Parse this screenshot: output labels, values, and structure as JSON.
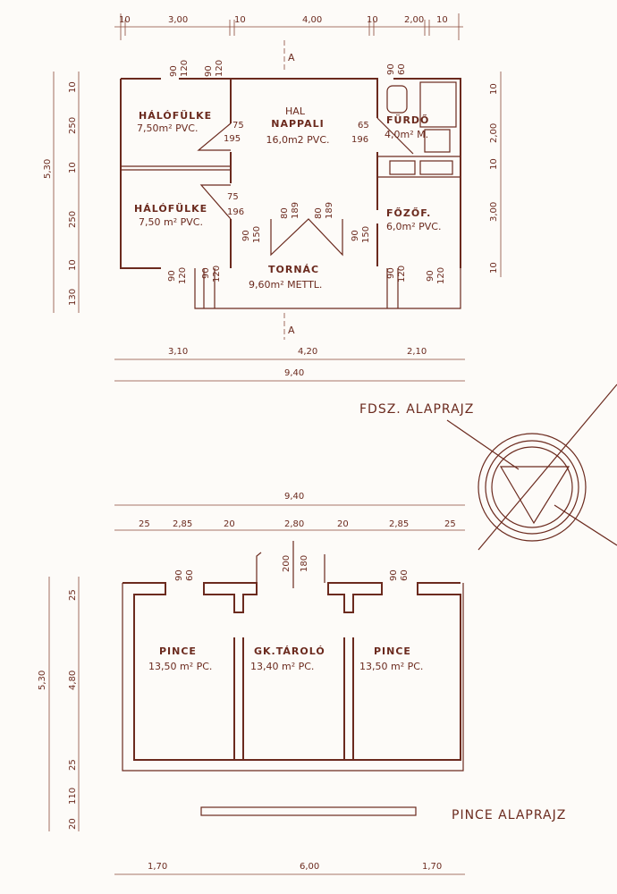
{
  "ground_floor": {
    "title": "FDSZ. ALAPRAJZ",
    "section_mark": "A",
    "rooms": [
      {
        "name": "HÁLÓFÜLKE",
        "area": "7,50m² PVC."
      },
      {
        "name": "HÁLÓFÜLKE",
        "area": "7,50 m² PVC."
      },
      {
        "name_top": "HAL",
        "name": "NAPPALI",
        "area": "16,0m2 PVC."
      },
      {
        "name": "FÜRDŐ",
        "area": "4,0m² M."
      },
      {
        "name": "FŐZŐF.",
        "area": "6,0m² PVC."
      },
      {
        "name": "TORNÁC",
        "area": "9,60m² METTL."
      }
    ],
    "top_dims": [
      "10",
      "3,00",
      "10",
      "4,00",
      "10",
      "2,00",
      "10"
    ],
    "left_dims": [
      "5,30",
      "10",
      "250",
      "10",
      "250",
      "10",
      "130"
    ],
    "right_dims": [
      "10",
      "2,00",
      "10",
      "3,00",
      "10"
    ],
    "bottom_dims": [
      "3,10",
      "4,20",
      "2,10"
    ],
    "total_width": "9,40",
    "openings": [
      "90",
      "120",
      "90",
      "120",
      "90",
      "60",
      "75",
      "195",
      "65",
      "196",
      "75",
      "196",
      "80",
      "189",
      "80",
      "189",
      "90",
      "150",
      "90",
      "150",
      "90",
      "120",
      "90",
      "120",
      "90",
      "120",
      "90",
      "120"
    ]
  },
  "basement": {
    "title": "PINCE ALAPRAJZ",
    "rooms": [
      {
        "name": "PINCE",
        "area": "13,50 m² PC."
      },
      {
        "name": "GK.TÁROLÓ",
        "area": "13,40 m² PC."
      },
      {
        "name": "PINCE",
        "area": "13,50 m² PC."
      }
    ],
    "total_width": "9,40",
    "top_dims": [
      "25",
      "2,85",
      "20",
      "2,80",
      "20",
      "2,85",
      "25"
    ],
    "left_dims": [
      "5,30",
      "25",
      "4,80",
      "25",
      "110",
      "20"
    ],
    "bottom_dims": [
      "1,70",
      "6,00",
      "1,70"
    ],
    "openings": [
      "90",
      "60",
      "200",
      "180",
      "90",
      "60"
    ]
  },
  "color": "#6b2a1e"
}
